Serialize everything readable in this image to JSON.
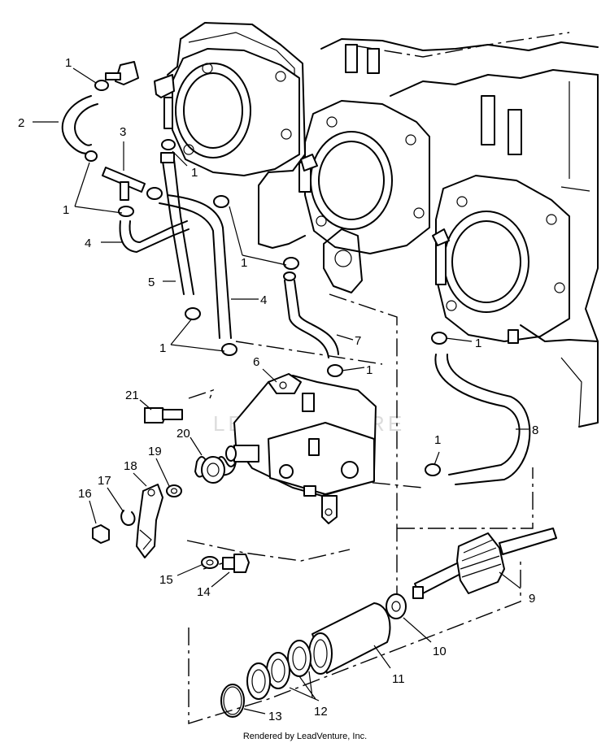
{
  "diagram": {
    "watermark": "LEADVENTURE",
    "footer": "Rendered by LeadVenture, Inc.",
    "callouts": {
      "c1a": "1",
      "c1b": "1",
      "c1c": "1",
      "c1d": "1",
      "c1e": "1",
      "c1f": "1",
      "c1g": "1",
      "c1h": "1",
      "c1i": "1",
      "c2": "2",
      "c3": "3",
      "c4a": "4",
      "c4b": "4",
      "c5": "5",
      "c6": "6",
      "c7": "7",
      "c8": "8",
      "c9": "9",
      "c10": "10",
      "c11": "11",
      "c12": "12",
      "c13": "13",
      "c14": "14",
      "c15": "15",
      "c16": "16",
      "c17": "17",
      "c18": "18",
      "c19": "19",
      "c20": "20",
      "c21": "21"
    }
  }
}
